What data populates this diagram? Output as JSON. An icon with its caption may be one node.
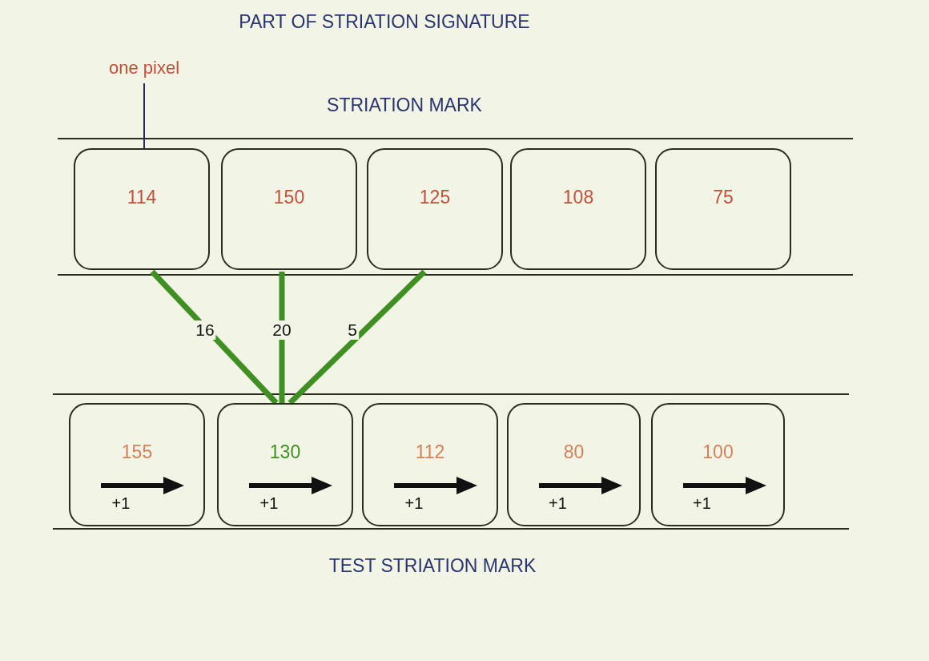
{
  "diagram": {
    "title": "PART OF STRIATION SIGNATURE",
    "nodes": [
      {
        "text": [
          "one pixel"
        ]
      },
      {
        "text": [
          "114"
        ]
      },
      {
        "text": [
          "150"
        ]
      },
      {
        "text": [
          "125"
        ]
      },
      {
        "text": [
          "108"
        ]
      },
      {
        "text": [
          "75"
        ]
      },
      {
        "text": [
          "155",
          "+1"
        ]
      },
      {
        "text": [
          "130",
          "+1"
        ]
      },
      {
        "text": [
          "112",
          "+1"
        ]
      },
      {
        "text": [
          "80",
          "+1"
        ]
      },
      {
        "text": [
          "100",
          "+1"
        ]
      }
    ],
    "edges": [
      {
        "from": 0,
        "to": 1,
        "arrow": "none",
        "color": "#1f2a6e"
      },
      {
        "from": 1,
        "to": 7,
        "arrow": "none",
        "label": "16"
      },
      {
        "from": 2,
        "to": 7,
        "arrow": "none",
        "label": "20"
      },
      {
        "from": 3,
        "to": 7,
        "arrow": "none",
        "label": "5"
      }
    ],
    "labels": [
      "STRIATION MARK",
      "TEST STRIATION MARK"
    ]
  }
}
